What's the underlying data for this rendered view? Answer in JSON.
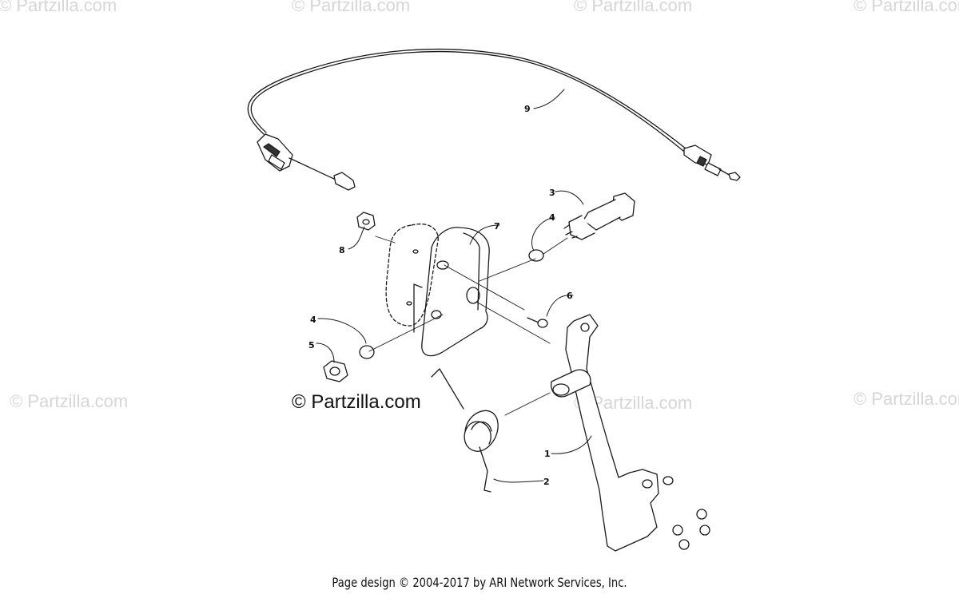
{
  "watermark": {
    "text": "© Partzilla.com",
    "main_text": "© Partzilla.com"
  },
  "callouts": {
    "c1": "1",
    "c2": "2",
    "c3": "3",
    "c4a": "4",
    "c4b": "4",
    "c5": "5",
    "c6": "6",
    "c7": "7",
    "c8": "8",
    "c9": "9"
  },
  "footer": {
    "text": "Page design © 2004-2017 by ARI Network Services, Inc."
  },
  "colors": {
    "line": "#1a1a1a",
    "watermark": "#d6d6d6"
  }
}
